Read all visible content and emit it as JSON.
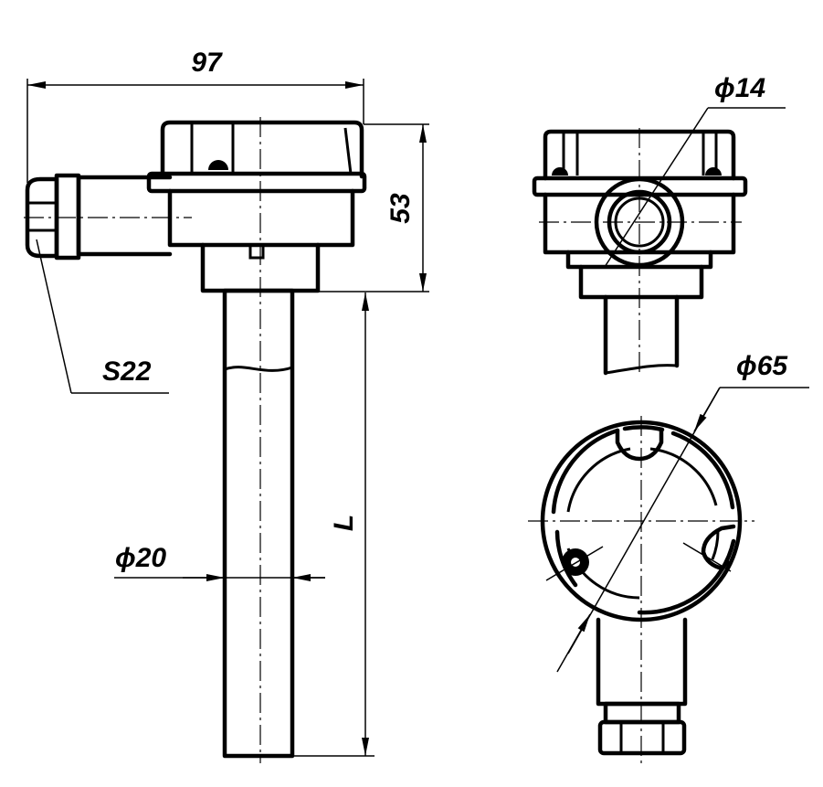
{
  "dimensions": {
    "width_97": "97",
    "height_53": "53",
    "hex_s22": "S22",
    "tube_phi20": "ϕ20",
    "length_l": "L",
    "entry_phi14": "ϕ14",
    "head_phi65": "ϕ65"
  }
}
